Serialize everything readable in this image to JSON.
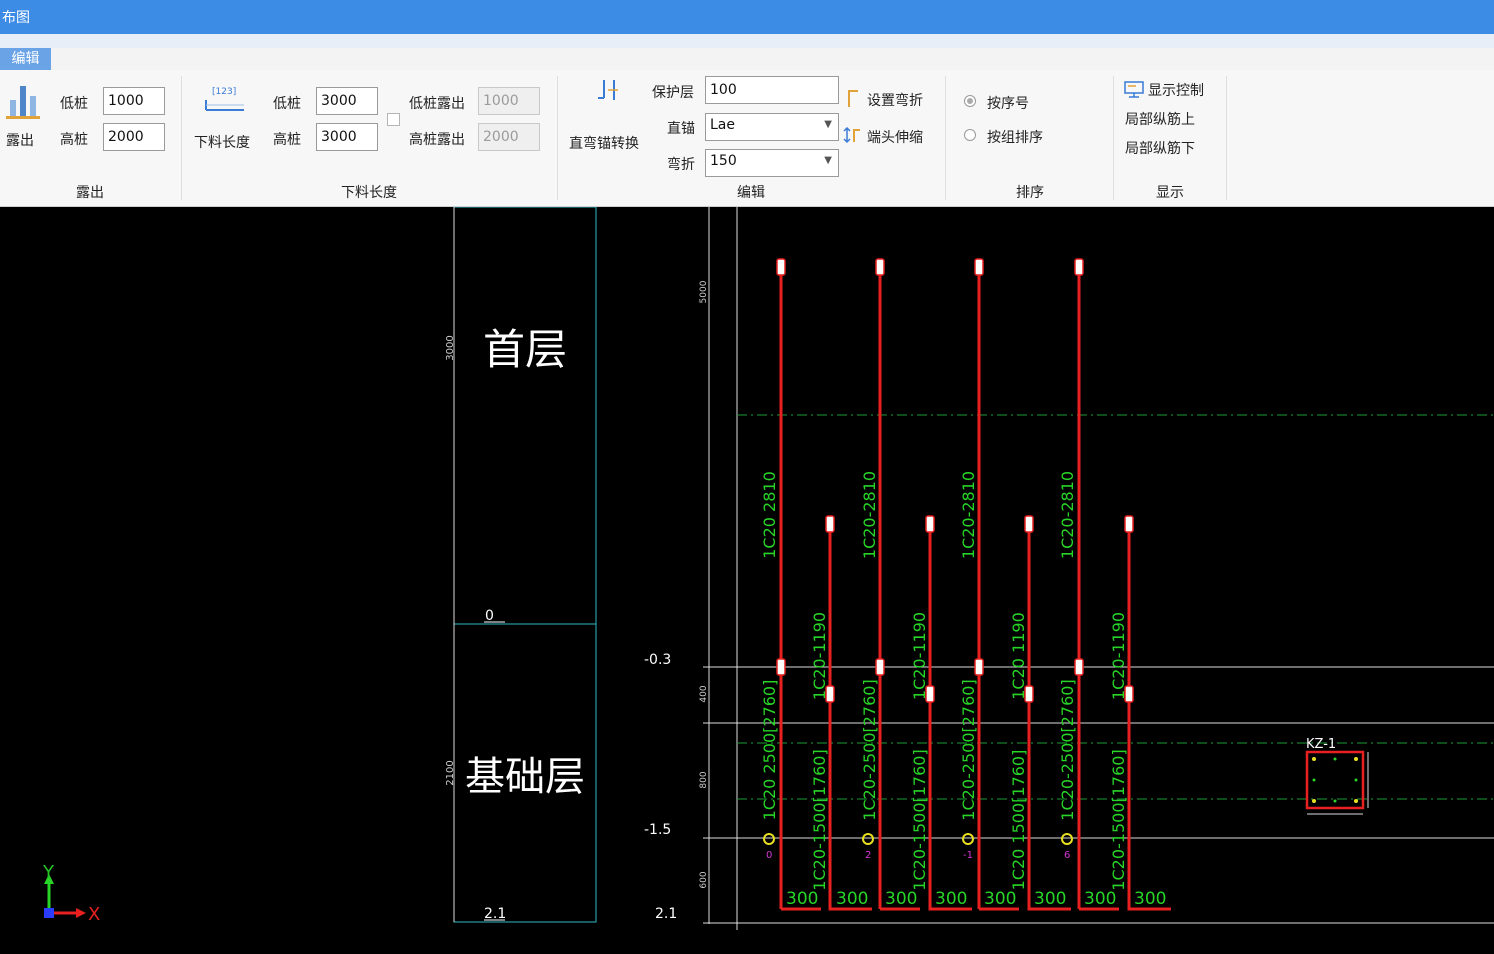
{
  "window": {
    "title": "布图"
  },
  "ribbon": {
    "active_tab": "编辑",
    "expose": {
      "button": "露出",
      "low_label": "低桩",
      "low_value": "1000",
      "high_label": "高桩",
      "high_value": "2000",
      "group_title": "露出"
    },
    "cut_length": {
      "button": "下料长度",
      "icon_text": "[123]",
      "low_label": "低桩",
      "low_value": "3000",
      "high_label": "高桩",
      "high_value": "3000",
      "low_expose_label": "低桩露出",
      "low_expose_value": "1000",
      "high_expose_label": "高桩露出",
      "high_expose_value": "2000",
      "group_title": "下料长度"
    },
    "edit": {
      "button": "直弯锚转换",
      "cover_label": "保护层",
      "cover_value": "100",
      "straight_label": "直锚",
      "straight_value": "Lae",
      "bend_label": "弯折",
      "bend_value": "150",
      "set_bend": "设置弯折",
      "end_extend": "端头伸缩",
      "group_title": "编辑"
    },
    "sort": {
      "by_number": "按序号",
      "by_group": "按组排序",
      "group_title": "排序"
    },
    "display": {
      "display_control": "显示控制",
      "local_long_up": "局部纵筋上",
      "local_long_down": "局部纵筋下",
      "group_title": "显示"
    }
  },
  "drawing": {
    "floor_first": "首层",
    "floor_base": "基础层",
    "elev_zero": "0",
    "elev_bottom_left": "2.1",
    "elev_m03": "-0.3",
    "elev_m15": "-1.5",
    "elev_bottom_right": "2.1",
    "dim_first": "3000",
    "dim_base": "2100",
    "dim_top": "5000",
    "dim_400": "400",
    "dim_800": "800",
    "dim_600": "600",
    "long_bar_label_a": "1C20  2810",
    "long_bar_label_b": "1C20-2810",
    "short_bar_label_a": "1C20-1190",
    "short_bar_label_b": "1C20  1190",
    "base_bar_a": "1C20  2500[2760]",
    "base_bar_b": "1C20-2500[2760]",
    "base_short_a": "1C20-1500[1760]",
    "base_short_b": "1C20  1500[1760]",
    "hook_len": "300",
    "index_labels": [
      "0",
      "2",
      "-1",
      "6"
    ],
    "column_name": "KZ-1",
    "axis_x": "X",
    "axis_y": "Y"
  }
}
